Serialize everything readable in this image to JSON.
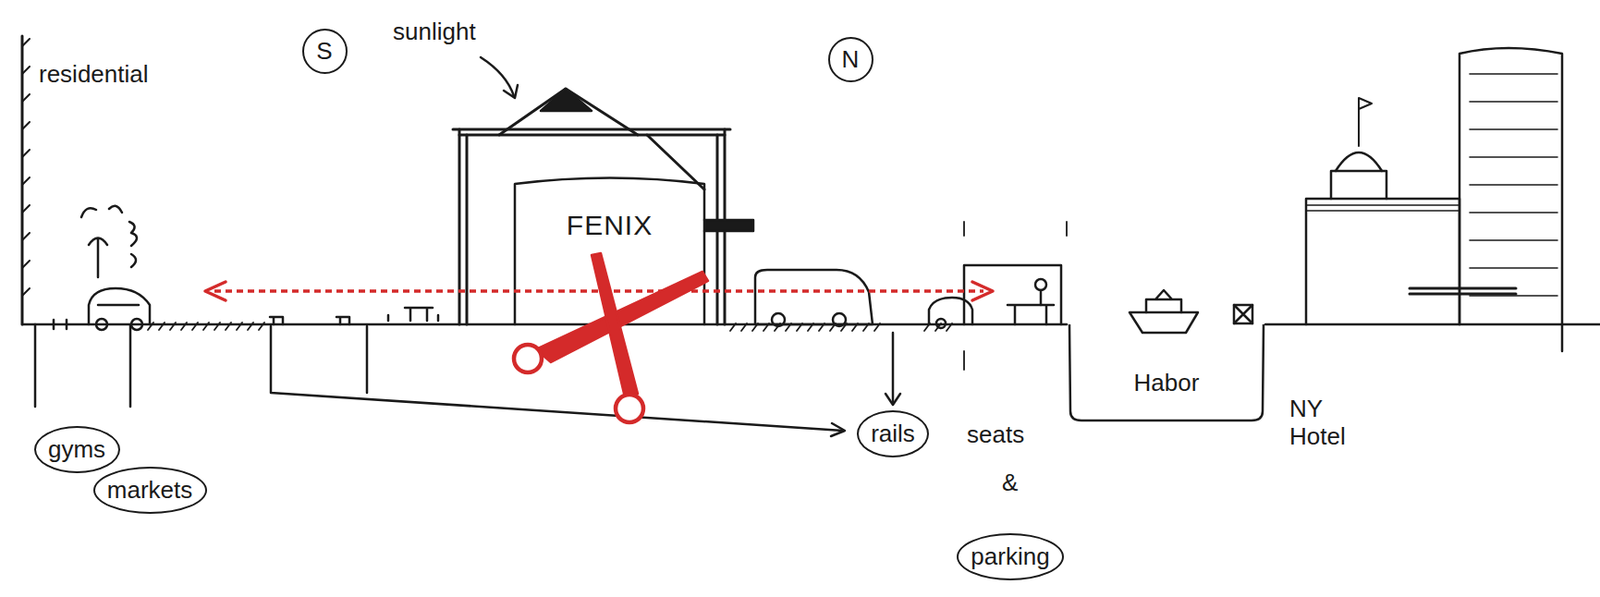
{
  "diagram": {
    "nodes": [
      {
        "text": [
          "S"
        ]
      },
      {
        "text": [
          "N"
        ]
      },
      {
        "text": [
          "FENIX"
        ]
      },
      {
        "text": [
          "Habor"
        ]
      },
      {
        "text": [
          "rails"
        ]
      },
      {
        "text": [
          "parking"
        ]
      },
      {
        "text": [
          "gyms"
        ]
      },
      {
        "text": [
          "markets"
        ]
      }
    ],
    "labels": [
      "residential",
      "sunlight",
      "seats",
      "&",
      "NY Hotel"
    ]
  }
}
